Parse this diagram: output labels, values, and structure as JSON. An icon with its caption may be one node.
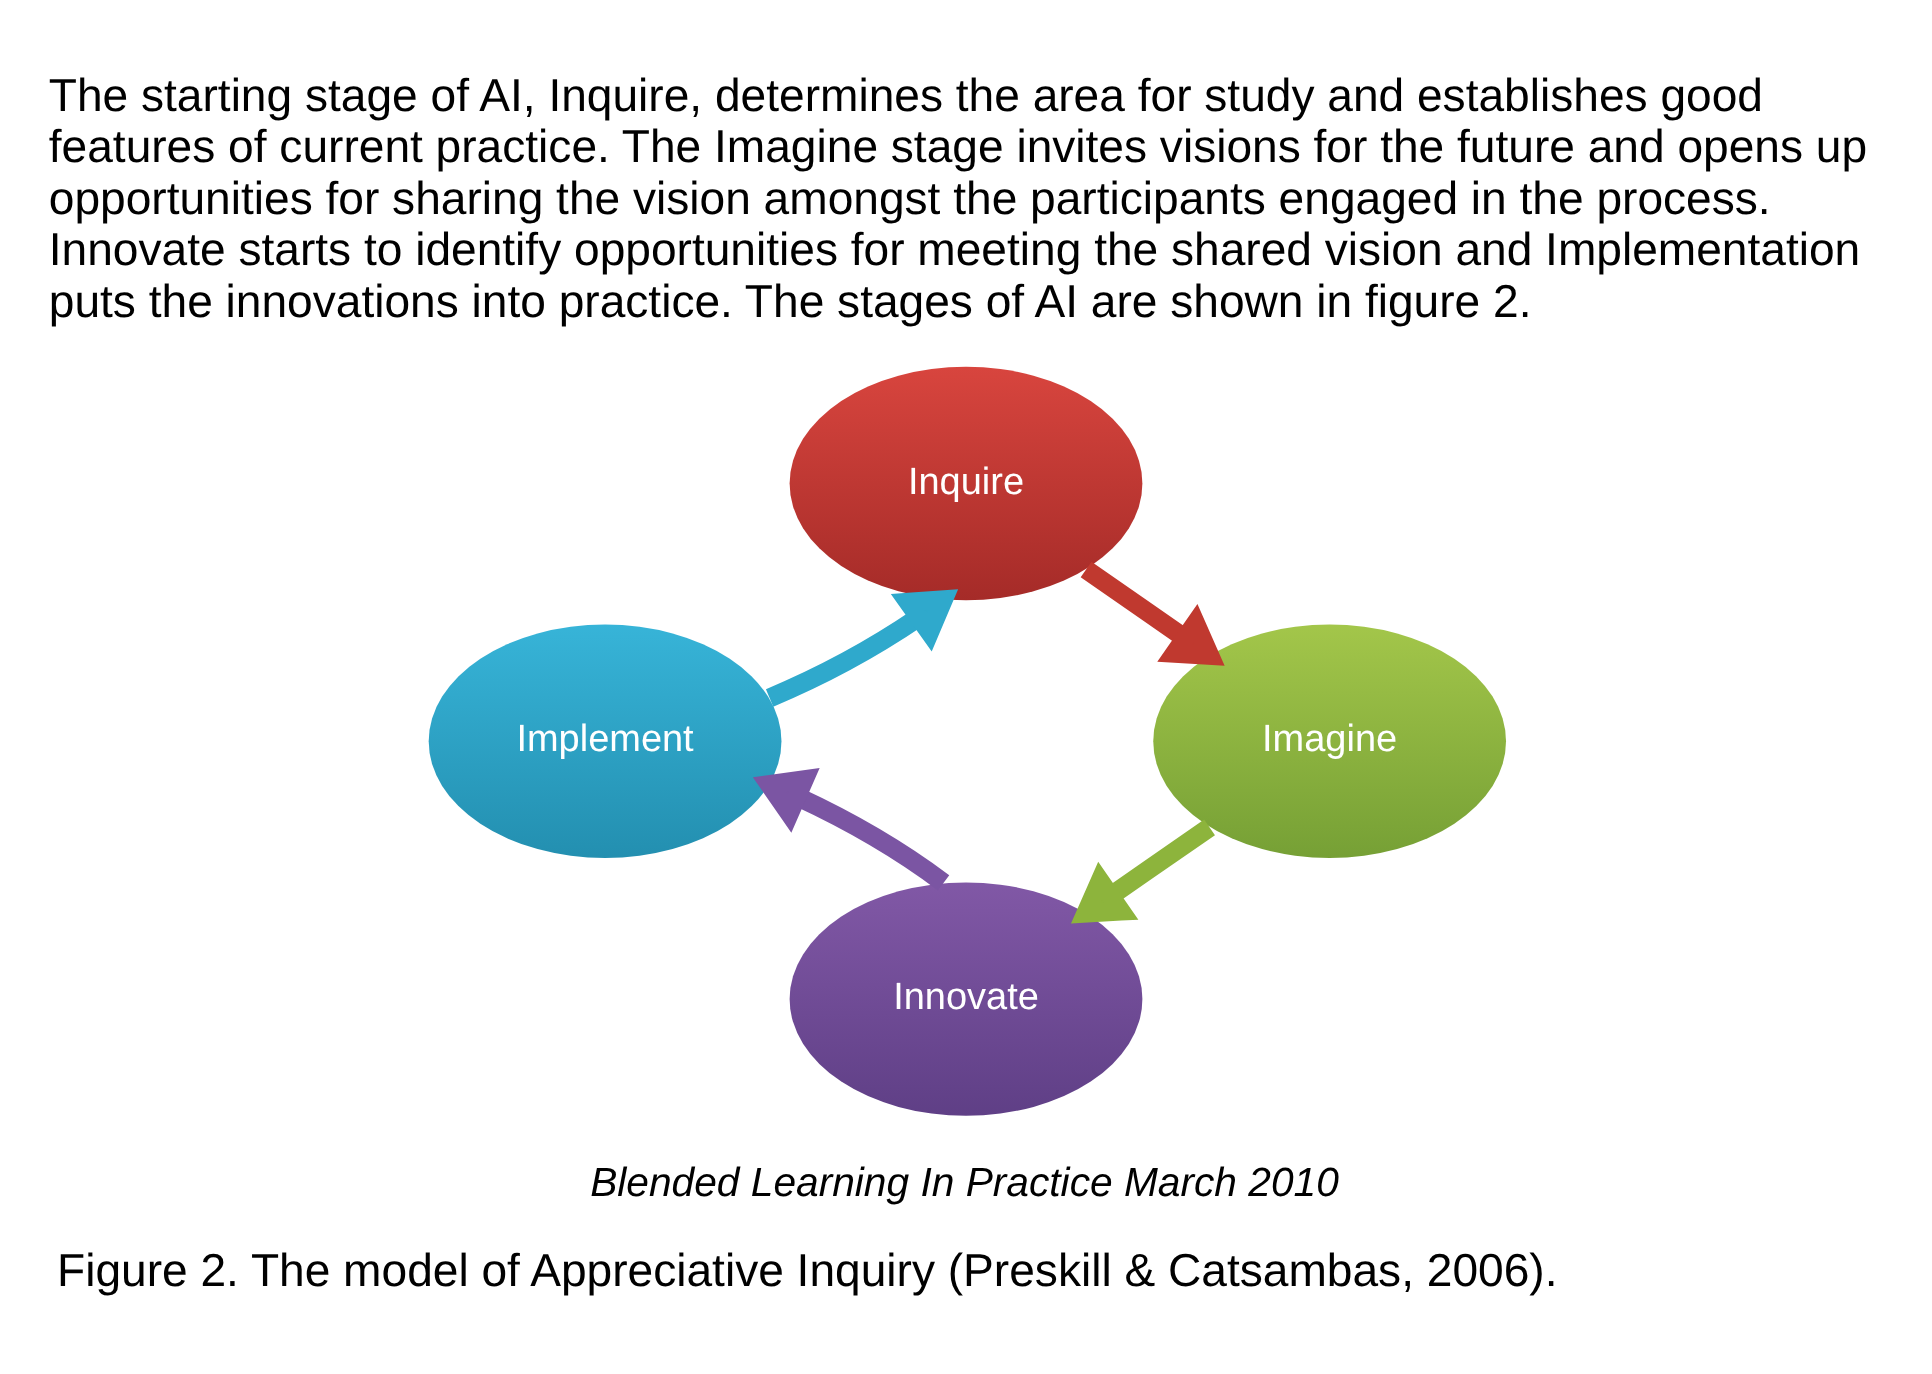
{
  "diagram": {
    "caption": "Figure 2. The model of Appreciative Inquiry (Preskill & Catsambas, 2006).",
    "nodes": [
      {
        "text": [
          "Inquire"
        ]
      },
      {
        "text": [
          "Imagine"
        ]
      },
      {
        "text": [
          "Innovate"
        ]
      },
      {
        "text": [
          "Implement"
        ]
      }
    ],
    "edges": [
      {
        "from": 0,
        "to": 1,
        "arrow": "to",
        "color": "#c0392f"
      },
      {
        "from": 1,
        "to": 2,
        "arrow": "to",
        "color": "#8db43c"
      },
      {
        "from": 2,
        "to": 3,
        "arrow": "to",
        "color": "#7b55a3"
      },
      {
        "from": 3,
        "to": 0,
        "arrow": "to",
        "color": "#2fa9cc"
      }
    ],
    "labels": [
      "The starting stage of AI, Inquire, determines the area for study and establishes good features of current practice. The Imagine stage invites visions for the future and opens up opportunities for sharing the vision amongst the participants engaged in the process. Innovate starts to identify opportunities for meeting the shared vision and Implementation puts the innovations into practice. The stages of AI are shown in figure 2.",
      "Blended Learning In Practice March 2010"
    ]
  }
}
